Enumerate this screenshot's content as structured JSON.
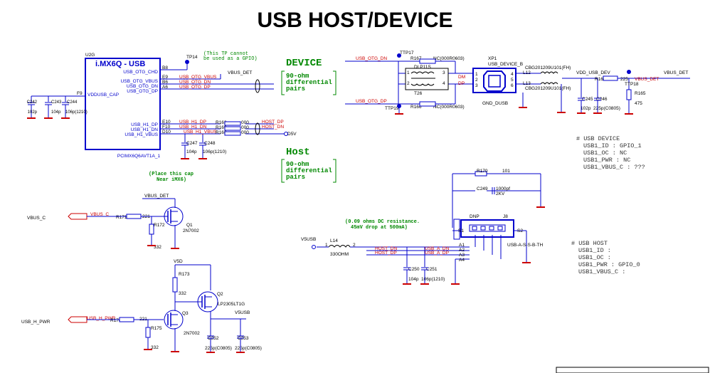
{
  "title": "USB HOST/DEVICE",
  "colors": {
    "wire": "#0000cc",
    "net": "#cc0000",
    "note": "#008800",
    "power": "#cc0000",
    "text": "#000000"
  },
  "ic": {
    "ref": "U2G",
    "name": "i.MX6Q - USB",
    "part": "PCIMX6Q6AVT1A_1",
    "pins": {
      "chd": {
        "num": "B8",
        "name": "USB_OTG_CHD"
      },
      "vbus": {
        "num": "E9",
        "name": "USB_OTG_VBUS"
      },
      "dn": {
        "num": "B6",
        "name": "USB_OTG_DN"
      },
      "dp": {
        "num": "A6",
        "name": "USB_OTG_DP"
      },
      "cap": {
        "num": "F9",
        "name": "VDDUSB_CAP"
      },
      "h1dp": {
        "num": "E10",
        "name": "USB_H1_DP"
      },
      "h1dn": {
        "num": "F10",
        "name": "USB_H1_DN"
      },
      "h1vbus": {
        "num": "D10",
        "name": "USB_H1_VBUS"
      }
    }
  },
  "notes": {
    "tp_note": "(This TP cannot\nbe used as a GPIO)",
    "device": "DEVICE",
    "host": "Host",
    "diff_pairs": "90-ohm\ndifferential\npairs",
    "place_cap": "(Place this cap\nNear iMX6)",
    "dc_resistance": "(0.09 ohms DC resistance.\n45mV drop at 500mA)"
  },
  "nets": {
    "vbus_det": "VBUS_DET",
    "otg_vbus": "USB_OTG_VBUS",
    "otg_dn": "USB_OTG_DN",
    "otg_dp": "USB_OTG_DP",
    "h1_dp": "USB_H1_DP",
    "h1_dn": "USB_H1_DN",
    "h1_vbus": "USB_H1_VBUS",
    "host_dp": "HOST_DP",
    "host_dn": "HOST_DN",
    "v5d": "D5V",
    "vbus_c": "VBUS_C",
    "usb_h_pwr": "USB_H_PWR",
    "v5d_rail": "V5D",
    "v5usb": "V5USB",
    "usb_a_dn": "USB_A_DN",
    "usb_a_dp": "USB_A_DP",
    "dm": "DM",
    "dp": "DP",
    "vdd_usb_dev": "VDD_USB_DEV"
  },
  "parts": {
    "c242": {
      "ref": "C242",
      "val": "102p"
    },
    "c243": {
      "ref": "C243",
      "val": "104p"
    },
    "c244": {
      "ref": "C244",
      "val": "106p(1210)"
    },
    "c247": {
      "ref": "C247",
      "val": "104p"
    },
    "c248": {
      "ref": "C248",
      "val": "106p(1210)"
    },
    "tp14": "TP14",
    "tp17": "TTP17",
    "tp19": "TTP19",
    "tp18": "TTP18",
    "r163": {
      "ref": "R163",
      "val": "000"
    },
    "r169": {
      "ref": "R169",
      "val": "000"
    },
    "r168": {
      "ref": "R168",
      "val": "000"
    },
    "r167": {
      "ref": "R167",
      "val": "NC(000R0603)"
    },
    "r166": {
      "ref": "R166",
      "val": "NC(000R0603)"
    },
    "dlp": "DLP11S",
    "t26": "T26",
    "xp1": {
      "ref": "XP1",
      "val": "USB_DEVICE_B"
    },
    "gnd_dusb": "GND_DUSB",
    "l12": {
      "ref": "L12",
      "val": "CBG201209U101(FH)"
    },
    "l13": {
      "ref": "L13",
      "val": "CBG201209U101(FH)"
    },
    "r164": "R164",
    "r164v": "225",
    "r165": {
      "ref": "R165",
      "val": "475"
    },
    "c245": {
      "ref": "C245",
      "val": "102p"
    },
    "c246": {
      "ref": "C246",
      "val": "225p(C0805)"
    },
    "c249": {
      "ref": "C249",
      "val": "1000pf\n2KV"
    },
    "r170": {
      "ref": "R170",
      "val": "101"
    },
    "j8": {
      "ref": "J8",
      "val": "USB-A-S-S-B-TH",
      "label": "DNP"
    },
    "l14": {
      "ref": "L14",
      "val": "330OHM"
    },
    "c250": {
      "ref": "C250",
      "val": "104p"
    },
    "c251": {
      "ref": "C251",
      "val": "106p(1210)"
    },
    "r171": {
      "ref": "R171",
      "val": "221"
    },
    "r172": {
      "ref": "R172",
      "val": "332"
    },
    "q1": {
      "ref": "Q1",
      "val": "2N7002"
    },
    "r173": {
      "ref": "R173",
      "val": "332"
    },
    "q2": {
      "ref": "Q2",
      "val": "LP2305LT1G"
    },
    "r174": {
      "ref": "R174",
      "val": "221"
    },
    "r175": {
      "ref": "R175",
      "val": "332"
    },
    "q3": {
      "ref": "Q3",
      "val": "2N7002"
    },
    "c252": {
      "ref": "C252",
      "val": "225p(C0805)"
    },
    "c253": {
      "ref": "C253",
      "val": "225p(C0805)"
    }
  },
  "pin_nums": {
    "p1": "1",
    "p2": "2",
    "p3": "3",
    "p4": "4",
    "p5": "5",
    "p6": "6",
    "s1": "S1",
    "s2": "S2",
    "a1": "A1",
    "a2": "A2",
    "a3": "A3",
    "a4": "A4",
    "j5": "5",
    "j6": "6"
  },
  "config_device": "# USB DEVICE\n  USB1_ID  : GPIO_1\n  USB1_OC  : NC\n  USB1_PWR : NC\n  USB1_VBUS_C : ???",
  "config_host": "# USB HOST\n  USB1_ID  :\n  USB1_OC  :\n  USB1_PWR : GPIO_0\n  USB1_VBUS_C :"
}
